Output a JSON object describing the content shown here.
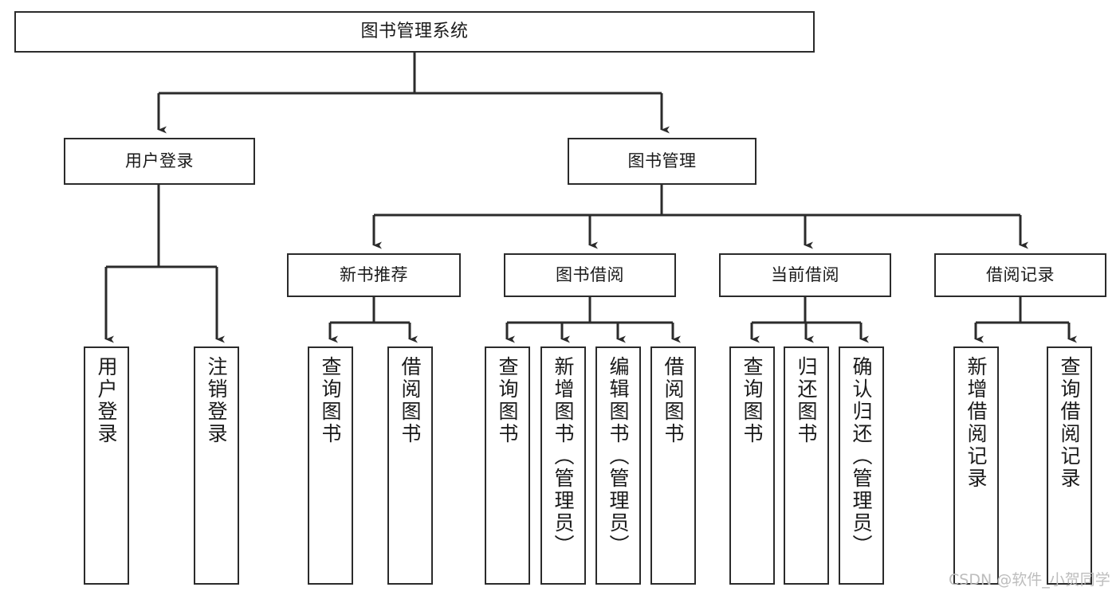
{
  "diagram": {
    "title": "图书管理系统",
    "type": "hierarchical-tree",
    "edge_color": "#2b2b2b",
    "node_border_color": "#2b2b2b",
    "node_fill_color": "#ffffff",
    "background_color": "#ffffff",
    "watermark_color": "#bdbdbd"
  },
  "nodes": {
    "root": {
      "label": "图书管理系统"
    },
    "level1": [
      {
        "label": "用户登录"
      },
      {
        "label": "图书管理"
      }
    ],
    "level2": [
      {
        "label": "新书推荐"
      },
      {
        "label": "图书借阅"
      },
      {
        "label": "当前借阅"
      },
      {
        "label": "借阅记录"
      }
    ],
    "leaves": {
      "user_login": [
        {
          "label": "用户登录"
        },
        {
          "label": "注销登录"
        }
      ],
      "new_book_recommend": [
        {
          "label": "查询图书"
        },
        {
          "label": "借阅图书"
        }
      ],
      "book_borrow": [
        {
          "label": "查询图书"
        },
        {
          "label": "新增图书（管理员）"
        },
        {
          "label": "编辑图书（管理员）"
        },
        {
          "label": "借阅图书"
        }
      ],
      "current_borrow": [
        {
          "label": "查询图书"
        },
        {
          "label": "归还图书"
        },
        {
          "label": "确认归还（管理员）"
        }
      ],
      "borrow_records": [
        {
          "label": "新增借阅记录"
        },
        {
          "label": "查询借阅记录"
        }
      ]
    }
  },
  "watermark": {
    "text": "CSDN @软件_小贺同学"
  }
}
